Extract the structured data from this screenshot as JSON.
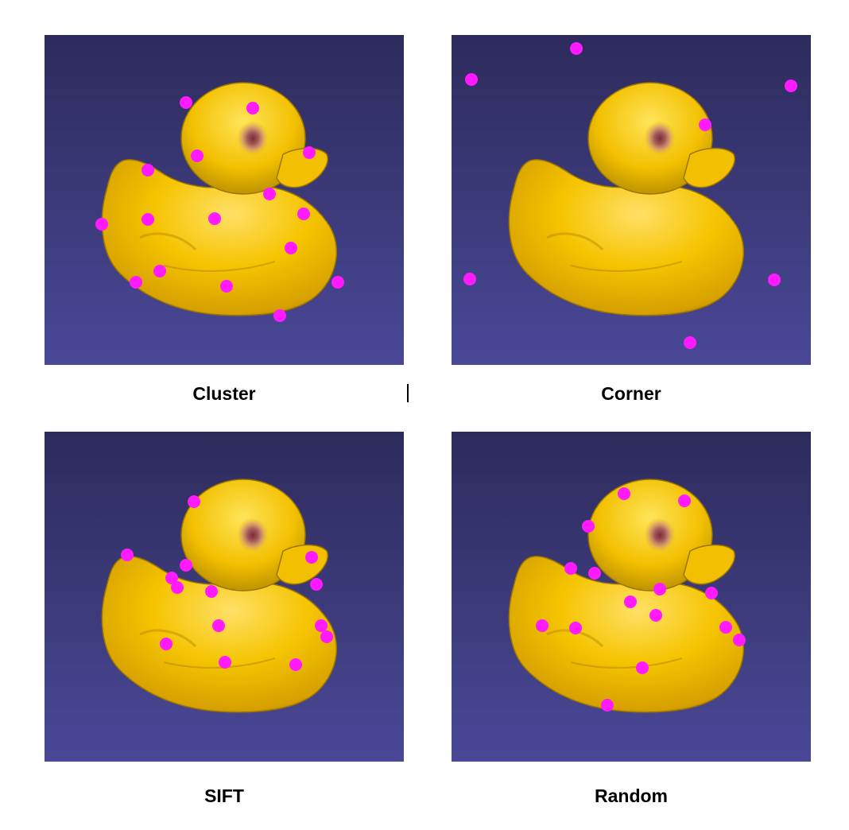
{
  "panels": [
    {
      "id": "cluster",
      "label": "Cluster",
      "duck_offset": 0,
      "points": [
        [
          178,
          85
        ],
        [
          262,
          92
        ],
        [
          192,
          152
        ],
        [
          333,
          148
        ],
        [
          130,
          170
        ],
        [
          283,
          200
        ],
        [
          326,
          225
        ],
        [
          214,
          231
        ],
        [
          130,
          232
        ],
        [
          72,
          238
        ],
        [
          310,
          268
        ],
        [
          145,
          297
        ],
        [
          115,
          311
        ],
        [
          229,
          316
        ],
        [
          369,
          311
        ],
        [
          296,
          353
        ]
      ]
    },
    {
      "id": "corner",
      "label": "Corner",
      "duck_offset": 0,
      "points": [
        [
          157,
          17
        ],
        [
          25,
          56
        ],
        [
          427,
          64
        ],
        [
          319,
          113
        ],
        [
          23,
          307
        ],
        [
          406,
          308
        ],
        [
          300,
          387
        ]
      ]
    },
    {
      "id": "sift",
      "label": "SIFT",
      "duck_offset": 0,
      "points": [
        [
          188,
          88
        ],
        [
          104,
          155
        ],
        [
          336,
          158
        ],
        [
          178,
          168
        ],
        [
          160,
          184
        ],
        [
          342,
          192
        ],
        [
          167,
          196
        ],
        [
          210,
          201
        ],
        [
          348,
          244
        ],
        [
          355,
          258
        ],
        [
          219,
          244
        ],
        [
          153,
          267
        ],
        [
          227,
          290
        ],
        [
          316,
          293
        ]
      ]
    },
    {
      "id": "random",
      "label": "Random",
      "duck_offset": 0,
      "points": [
        [
          217,
          78
        ],
        [
          293,
          87
        ],
        [
          172,
          119
        ],
        [
          150,
          172
        ],
        [
          180,
          178
        ],
        [
          262,
          198
        ],
        [
          327,
          203
        ],
        [
          225,
          214
        ],
        [
          257,
          231
        ],
        [
          345,
          246
        ],
        [
          114,
          244
        ],
        [
          156,
          247
        ],
        [
          362,
          262
        ],
        [
          240,
          297
        ],
        [
          196,
          344
        ]
      ]
    }
  ],
  "colors": {
    "background_top": "#2d2b5b",
    "background_bottom": "#4a4897",
    "duck": "#f5c400",
    "point": "#ff1aff"
  }
}
